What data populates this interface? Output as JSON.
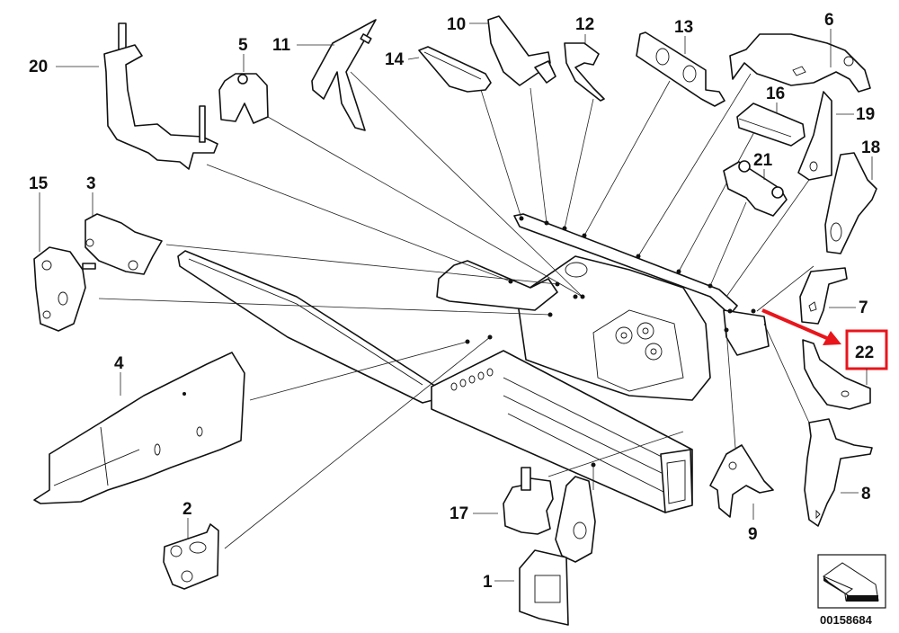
{
  "diagram": {
    "type": "exploded-parts-diagram",
    "subject": "front body structure / wheel housing parts",
    "reference_number": "00158684",
    "highlight_color": "#e8151b",
    "highlighted_part": "22",
    "callouts": [
      {
        "id": "1",
        "label": "1"
      },
      {
        "id": "2",
        "label": "2"
      },
      {
        "id": "3",
        "label": "3"
      },
      {
        "id": "4",
        "label": "4"
      },
      {
        "id": "5",
        "label": "5"
      },
      {
        "id": "6",
        "label": "6"
      },
      {
        "id": "7",
        "label": "7"
      },
      {
        "id": "8",
        "label": "8"
      },
      {
        "id": "9",
        "label": "9"
      },
      {
        "id": "10",
        "label": "10"
      },
      {
        "id": "11",
        "label": "11"
      },
      {
        "id": "12",
        "label": "12"
      },
      {
        "id": "13",
        "label": "13"
      },
      {
        "id": "14",
        "label": "14"
      },
      {
        "id": "15",
        "label": "15"
      },
      {
        "id": "16",
        "label": "16"
      },
      {
        "id": "17",
        "label": "17"
      },
      {
        "id": "18",
        "label": "18"
      },
      {
        "id": "19",
        "label": "19"
      },
      {
        "id": "20",
        "label": "20"
      },
      {
        "id": "21",
        "label": "21"
      },
      {
        "id": "22",
        "label": "22"
      }
    ],
    "icon": "direction-arrow-icon"
  }
}
